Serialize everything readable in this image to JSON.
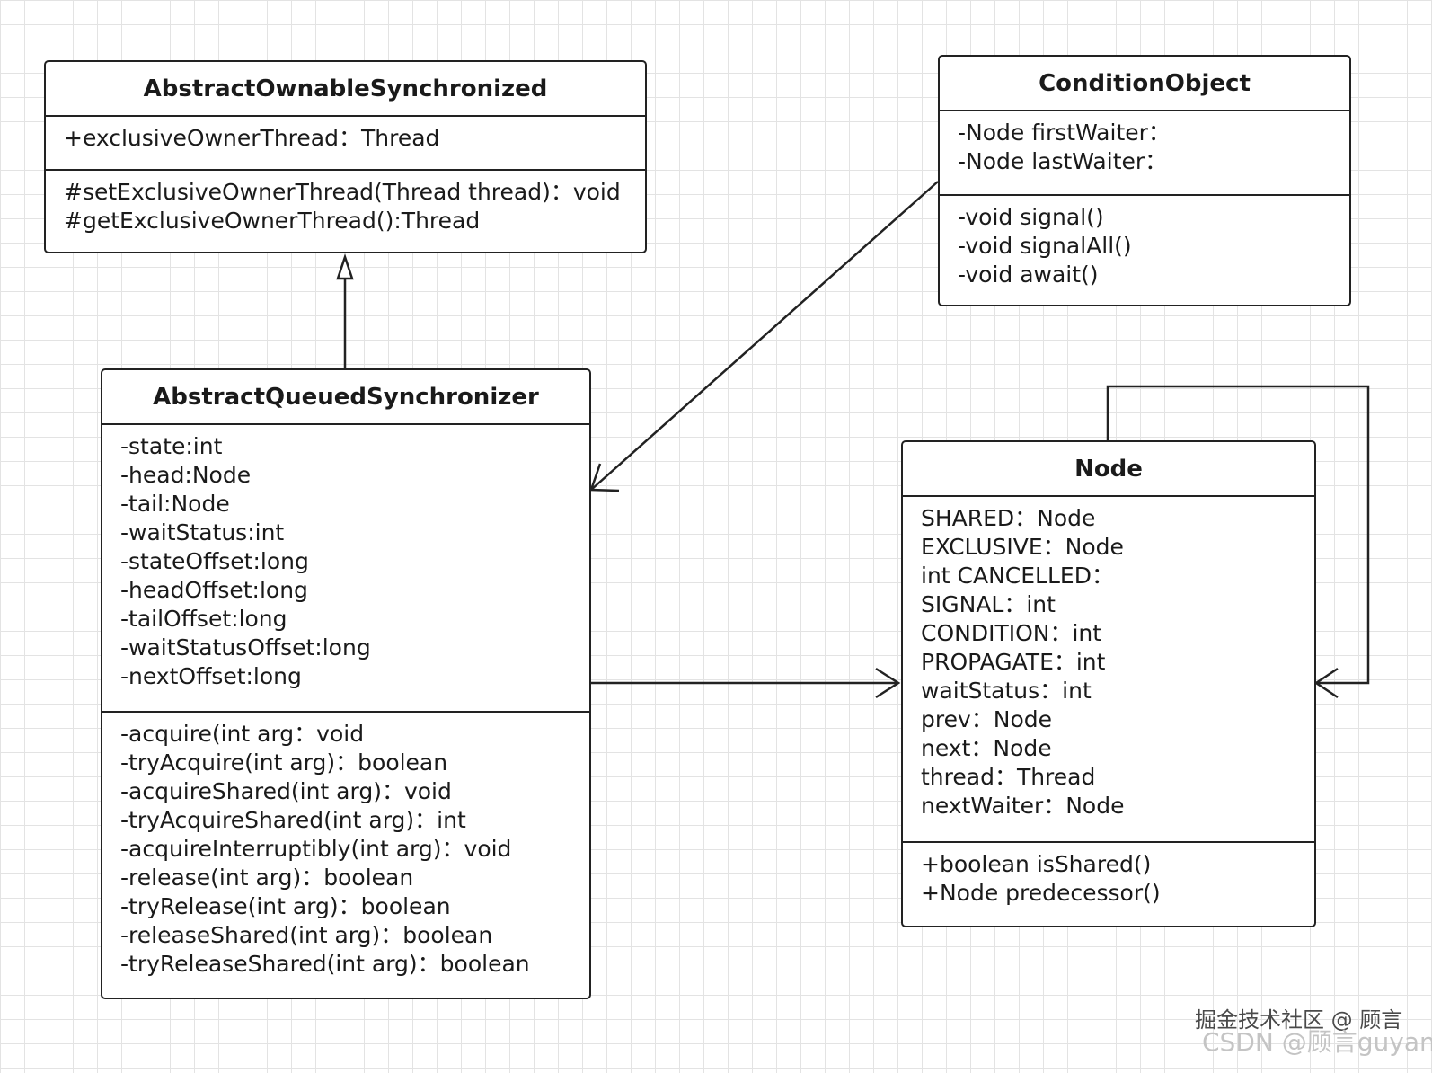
{
  "classes": {
    "aos": {
      "name": "AbstractOwnableSynchronized",
      "attributes": [
        "+exclusiveOwnerThread：Thread"
      ],
      "methods": [
        "#setExclusiveOwnerThread(Thread thread)：void",
        "#getExclusiveOwnerThread():Thread"
      ]
    },
    "condition": {
      "name": "ConditionObject",
      "attributes": [
        "-Node firstWaiter：",
        "-Node lastWaiter："
      ],
      "methods": [
        "-void signal()",
        "-void signalAll()",
        "-void await()"
      ]
    },
    "aqs": {
      "name": "AbstractQueuedSynchronizer",
      "attributes": [
        "-state:int",
        "-head:Node",
        "-tail:Node",
        "-waitStatus:int",
        "-stateOffset:long",
        "-headOffset:long",
        "-tailOffset:long",
        "-waitStatusOffset:long",
        "-nextOffset:long"
      ],
      "methods": [
        "-acquire(int arg：void",
        "-tryAcquire(int arg)：boolean",
        "-acquireShared(int arg)：void",
        "-tryAcquireShared(int arg)：int",
        "-acquireInterruptibly(int arg)：void",
        "-release(int arg)：boolean",
        "-tryRelease(int arg)：boolean",
        "-releaseShared(int arg)：boolean",
        "-tryReleaseShared(int arg)：boolean"
      ]
    },
    "node": {
      "name": "Node",
      "attributes": [
        "SHARED：Node",
        "EXCLUSIVE：Node",
        "int CANCELLED：",
        "SIGNAL：int",
        "CONDITION：int",
        "PROPAGATE：int",
        "waitStatus：int",
        "prev：Node",
        "next：Node",
        "thread：Thread",
        "nextWaiter：Node"
      ],
      "methods": [
        "+boolean isShared()",
        "+Node predecessor()"
      ]
    }
  },
  "watermark": {
    "line1": "掘金技术社区 @ 顾言",
    "line2": "CSDN @顾言guyan"
  }
}
